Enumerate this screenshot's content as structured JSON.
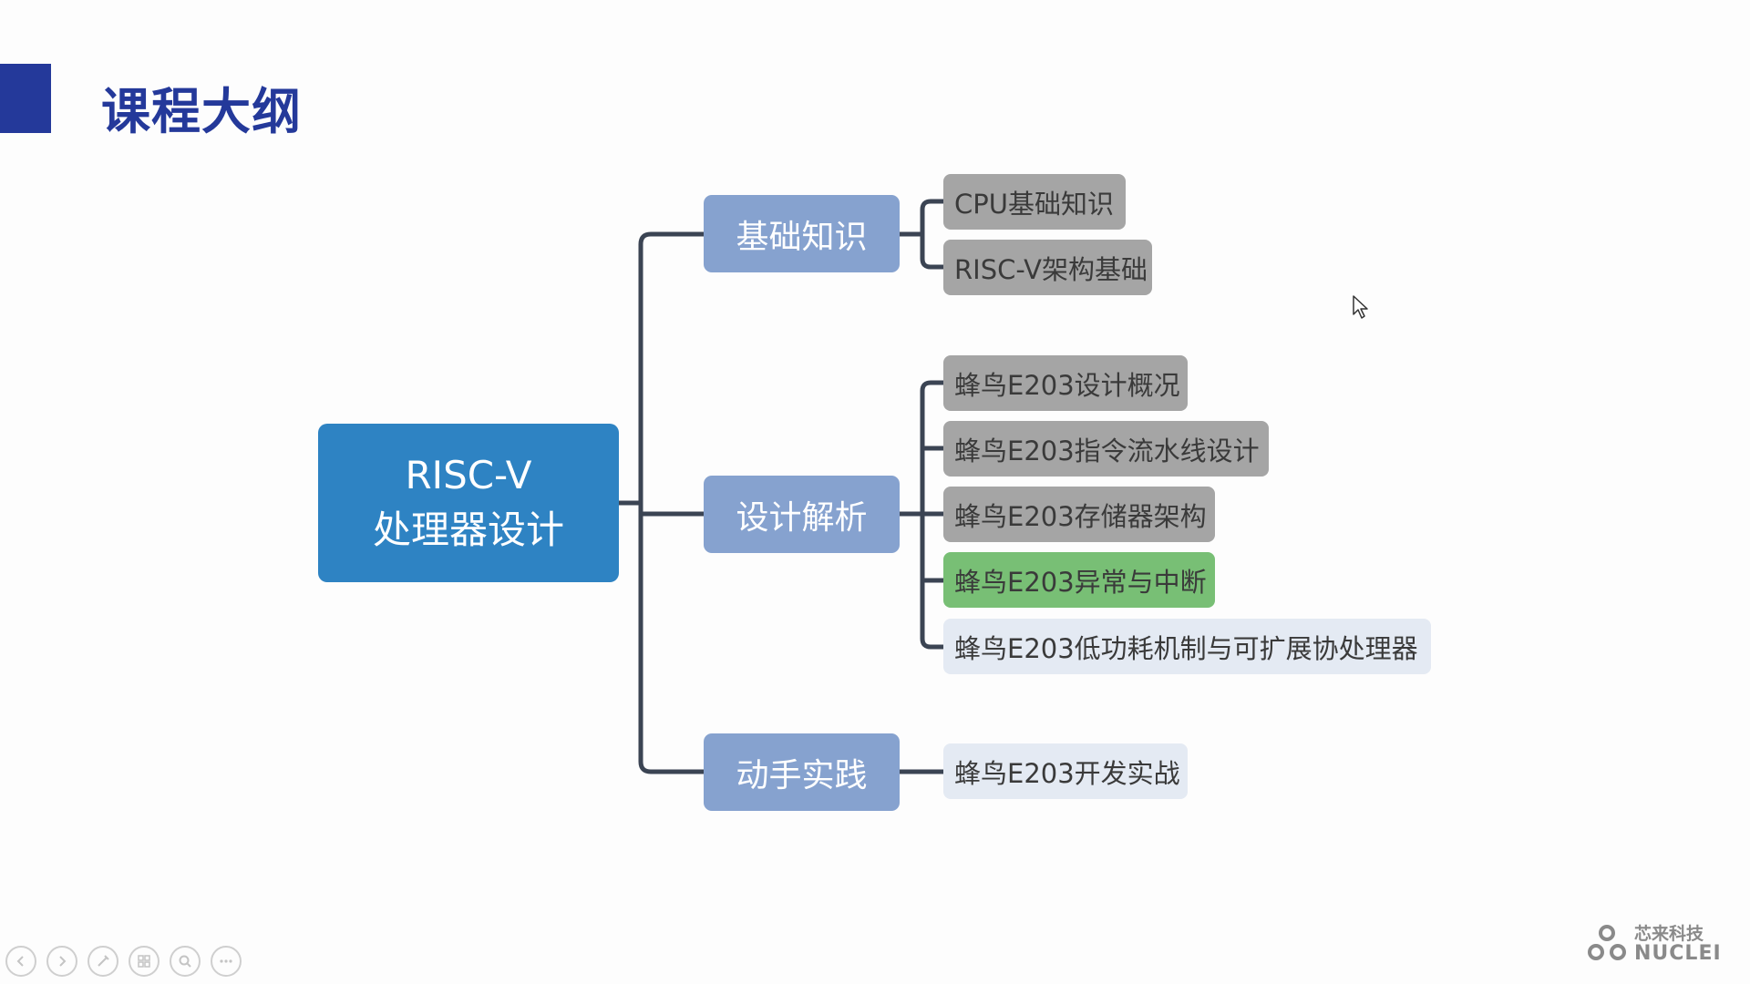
{
  "slide": {
    "title": "课程大纲",
    "accent_color": "#24399a",
    "root": {
      "line1": "RISC-V",
      "line2": "处理器设计",
      "color": "#2e83c3"
    },
    "branch_color": "#86a2cf",
    "leaf_colors": {
      "gray": "#a5a5a5",
      "green": "#78bf75",
      "light": "#e4eaf3"
    },
    "branches": [
      {
        "label": "基础知识",
        "leaves": [
          "CPU基础知识",
          "RISC-V架构基础"
        ]
      },
      {
        "label": "设计解析",
        "leaves": [
          "蜂鸟E203设计概况",
          "蜂鸟E203指令流水线设计",
          "蜂鸟E203存储器架构",
          "蜂鸟E203异常与中断",
          "蜂鸟E203低功耗机制与可扩展协处理器"
        ]
      },
      {
        "label": "动手实践",
        "leaves": [
          "蜂鸟E203开发实战"
        ]
      }
    ]
  },
  "logo": {
    "name_cn": "芯来科技",
    "name_en": "NUCLEI",
    "icon": "nuclei-logo-icon"
  },
  "toolbar": {
    "icons": [
      "prev-slide-icon",
      "next-slide-icon",
      "pen-icon",
      "slides-overview-icon",
      "zoom-icon",
      "more-icon"
    ]
  }
}
